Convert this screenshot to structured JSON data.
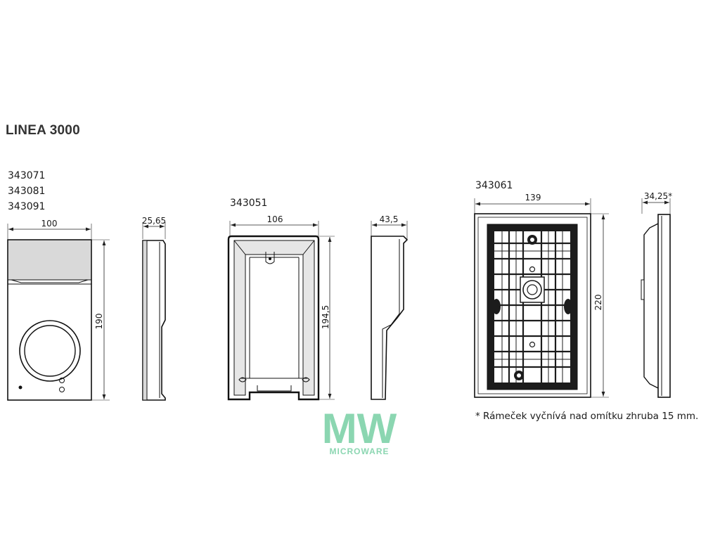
{
  "title": "LINEA 3000",
  "groups": [
    {
      "codes": [
        "343071",
        "343081",
        "343091"
      ],
      "width": "100",
      "height": "190",
      "depth": "25,65"
    },
    {
      "codes": [
        "343051"
      ],
      "width": "106",
      "height": "194,5",
      "depth": "43,5"
    },
    {
      "codes": [
        "343061"
      ],
      "width": "139",
      "height": "220",
      "depth": "34,25*"
    }
  ],
  "footnote": "* Rámeček vyčnívá nad omítku zhruba 15 mm.",
  "watermark": {
    "letters": "MW",
    "text": "MICROWARE",
    "color": "#2db573"
  }
}
